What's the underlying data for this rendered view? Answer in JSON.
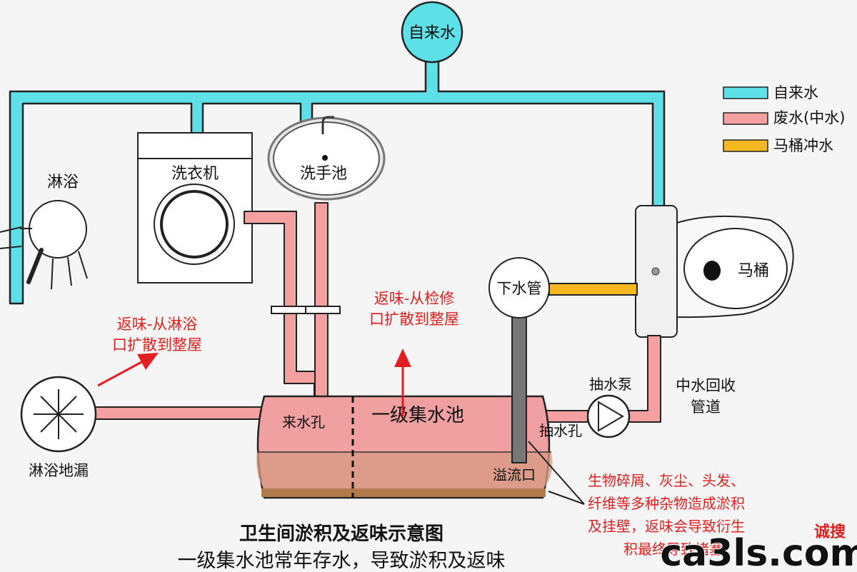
{
  "diagram": {
    "tap_water_source": "自来水",
    "legend": [
      {
        "label": "自来水",
        "color": "#5ee0e8"
      },
      {
        "label": "废水(中水)",
        "color": "#f4a0a0"
      },
      {
        "label": "马桶冲水",
        "color": "#f5b820"
      }
    ],
    "fixtures": {
      "shower": "淋浴",
      "washing_machine": "洗衣机",
      "wash_basin": "洗手池",
      "toilet": "马桶",
      "downpipe": "下水管",
      "floor_drain": "淋浴地漏",
      "pump": "抽水泵",
      "recycle_pipe_line1": "中水回收",
      "recycle_pipe_line2": "管道"
    },
    "tank": {
      "title": "一级集水池",
      "inlet": "来水孔",
      "outlet": "抽水孔",
      "overflow": "溢流口"
    },
    "notes": {
      "odor_shower_line1": "返味-从淋浴",
      "odor_shower_line2": "口扩散到整屋",
      "odor_inspection_line1": "返味-从检修",
      "odor_inspection_line2": "口扩散到整屋",
      "sediment_line1": "生物碎屑、灰尘、头发、",
      "sediment_line2": "纤维等多种杂物造成淤积",
      "sediment_line3": "及挂壁，返味会导致衍生",
      "sediment_line4": "积最终导致堵塞"
    },
    "caption_line1": "卫生间淤积及返味示意图",
    "caption_line2": "一级集水池常年存水，导致淤积及返味",
    "watermark_main": "ca3ls.com",
    "watermark_tag": "诚搜"
  },
  "colors": {
    "tap": "#5ee0e8",
    "waste": "#f4a0a0",
    "flush": "#f5b820",
    "arrow_red": "#e02020",
    "note_red": "#e02020",
    "tank_water": "#f0a0a0",
    "sludge": "#b07a4a"
  }
}
